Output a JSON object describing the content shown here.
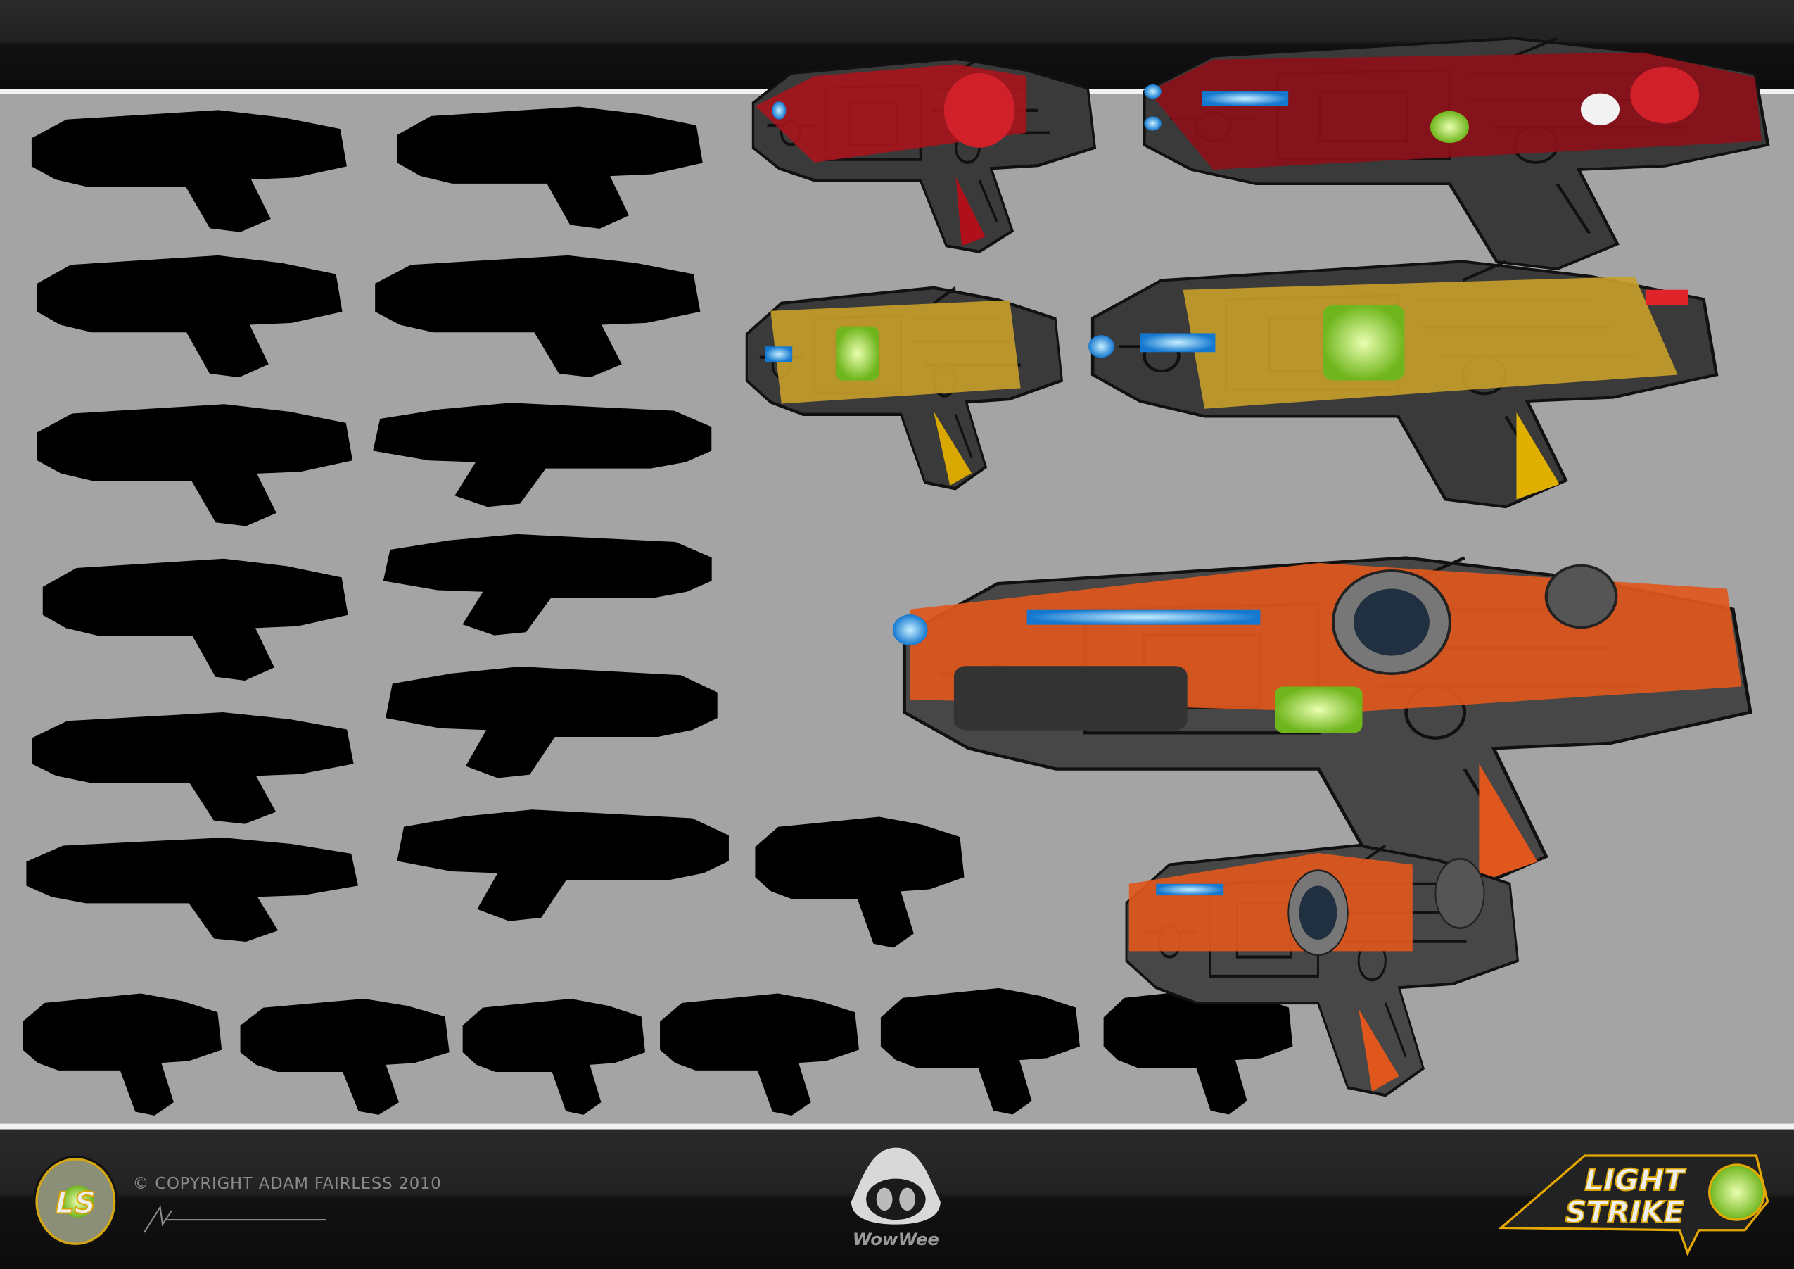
{
  "footer": {
    "copyright": "© COPYRIGHT ADAM FAIRLESS 2010",
    "left_logo": "LS",
    "center_logo": "WowWee",
    "right_logo_line1": "LIGHT",
    "right_logo_line2": "STRIKE"
  },
  "colors": {
    "background_gray": "#a4a4a4",
    "header_bar": "#1a1a1a",
    "footer_bar": "#141414",
    "render_red": "#b3121a",
    "render_yellow": "#c9a02a",
    "render_orange": "#e0571d",
    "glow_green": "#9be43a",
    "glow_blue": "#2aa8ff"
  },
  "artwork": {
    "sketch_count": 19,
    "render_count": 6
  }
}
